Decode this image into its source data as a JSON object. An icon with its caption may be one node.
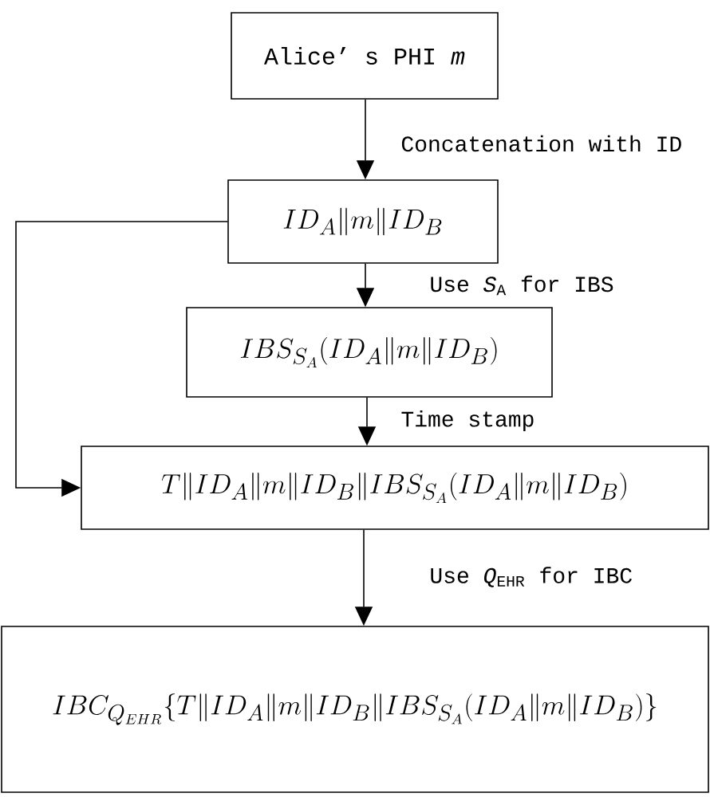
{
  "diagram": {
    "nodes": [
      {
        "text": [
          "Alice’ s PHI *m*"
        ]
      },
      {
        "text": [
          "ID_A \\| m \\| ID_B"
        ]
      },
      {
        "text": [
          "IBS_{S_A}(ID_A \\| m \\| ID_B)"
        ]
      },
      {
        "text": [
          "T \\| ID_A \\| m \\| ID_B \\| IBS_{S_A}(ID_A \\| m \\| ID_B)"
        ]
      },
      {
        "text": [
          "IBC_{Q_{EHR}}\\{T \\| ID_A \\| m \\| ID_B \\| IBS_{S_A}(ID_A \\| m \\| ID_B)\\}"
        ]
      }
    ],
    "edges": [
      {
        "from": 0,
        "to": 1,
        "arrow": "to",
        "label": "Concatenation with ID"
      },
      {
        "from": 1,
        "to": 2,
        "arrow": "to",
        "label": "Use *S*$_{A}$ for IBS"
      },
      {
        "from": 2,
        "to": 3,
        "arrow": "to",
        "label": "Time stamp"
      },
      {
        "from": 3,
        "to": 4,
        "arrow": "to",
        "label": "Use *Q*$_{EHR}$ for IBC"
      },
      {
        "from": 1,
        "to": 3,
        "arrow": "to"
      }
    ]
  }
}
